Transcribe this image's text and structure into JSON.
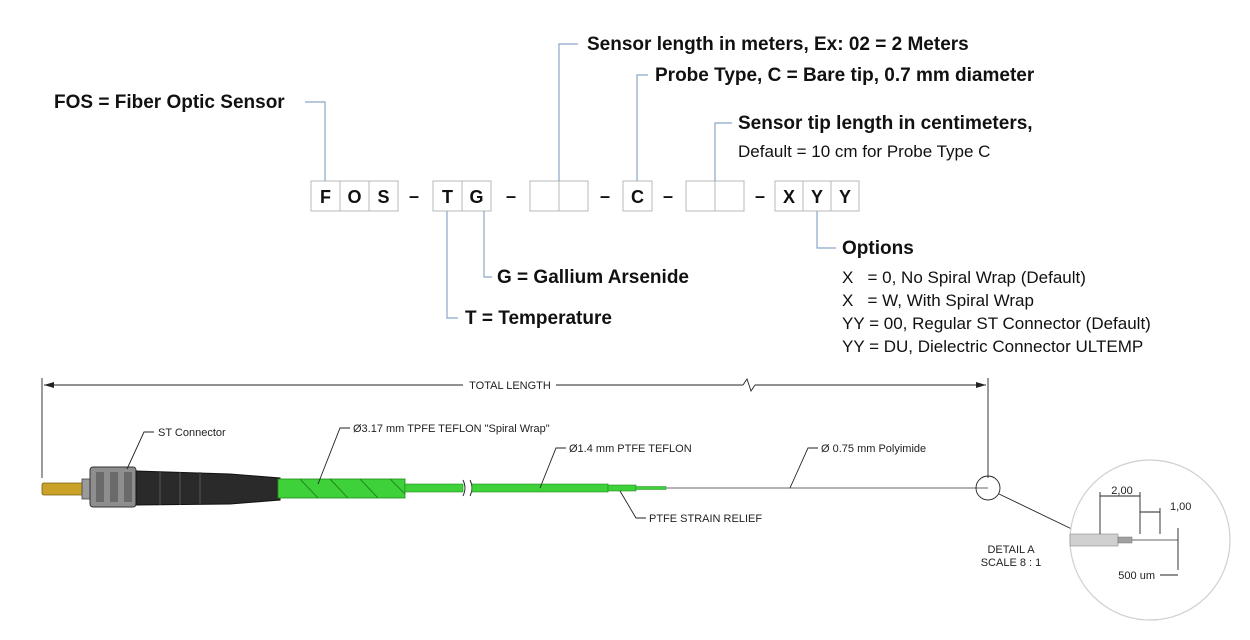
{
  "part_code": {
    "segments": [
      {
        "chars": [
          "F",
          "O",
          "S"
        ]
      },
      {
        "chars": [
          "T",
          "G"
        ]
      },
      {
        "chars": [
          "",
          ""
        ]
      },
      {
        "chars": [
          "C"
        ]
      },
      {
        "chars": [
          "",
          ""
        ]
      },
      {
        "chars": [
          "X",
          "Y",
          "Y"
        ]
      }
    ],
    "separator": "–"
  },
  "callouts": {
    "fos": "FOS = Fiber Optic Sensor",
    "sensor_length": "Sensor length in meters, Ex: 02 = 2 Meters",
    "probe_type": "Probe Type, C = Bare tip, 0.7 mm diameter",
    "tip_length_title": "Sensor tip length in centimeters,",
    "tip_length_default": "Default = 10 cm for Probe Type C",
    "gallium": "G = Gallium Arsenide",
    "temperature": "T = Temperature",
    "options_title": "Options",
    "options": [
      "X   = 0, No Spiral Wrap (Default)",
      "X   = W, With Spiral Wrap",
      "YY = 00, Regular ST Connector (Default)",
      "YY = DU, Dielectric Connector ULTEMP"
    ]
  },
  "drawing": {
    "total_length": "TOTAL LENGTH",
    "st_connector": "ST Connector",
    "spiral_wrap": "Ø3.17 mm TPFE TEFLON \"Spiral Wrap\"",
    "ptfe_teflon": "Ø1.4 mm PTFE TEFLON",
    "polyimide": "Ø 0.75 mm Polyimide",
    "strain_relief": "PTFE STRAIN RELIEF",
    "detail_title": "DETAIL A",
    "detail_scale": "SCALE 8 : 1",
    "dim_2": "2,00",
    "dim_1": "1,00",
    "dim_500": "500 um"
  },
  "colors": {
    "leader": "#8aa6c8",
    "spiral_green": "#3fd13a",
    "connector_dark": "#2a2a2a",
    "ferrule_gold": "#c9a227"
  }
}
